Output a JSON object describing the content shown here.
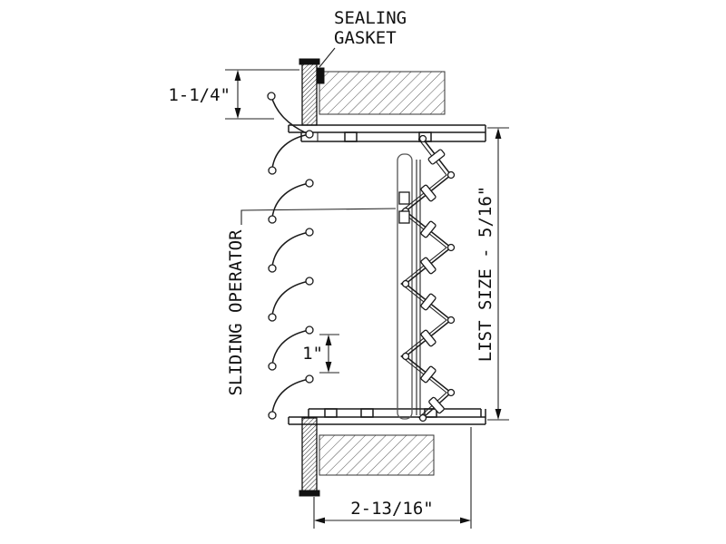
{
  "annotations": {
    "sealing_gasket_line1": "SEALING",
    "sealing_gasket_line2": "GASKET",
    "sliding_operator": "SLIDING OPERATOR",
    "list_size_dim": "LIST SIZE - 5/16\"",
    "top_left_dim": "1-1/4\"",
    "blade_spacing_dim": "1\"",
    "bottom_width_dim": "2-13/16\""
  },
  "colors": {
    "line": "#1a1a1a",
    "background": "#ffffff"
  }
}
